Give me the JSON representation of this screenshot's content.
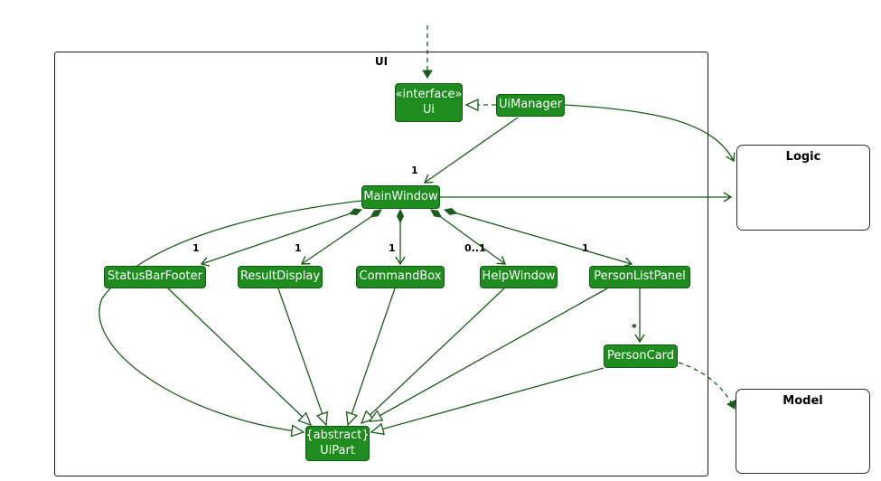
{
  "frame": {
    "label": "UI"
  },
  "nodes": {
    "ui_interface": {
      "stereotype": "«interface»",
      "label": "Ui"
    },
    "ui_manager": {
      "label": "UiManager"
    },
    "main_window": {
      "label": "MainWindow"
    },
    "status_bar_footer": {
      "label": "StatusBarFooter"
    },
    "result_display": {
      "label": "ResultDisplay"
    },
    "command_box": {
      "label": "CommandBox"
    },
    "help_window": {
      "label": "HelpWindow"
    },
    "person_list_panel": {
      "label": "PersonListPanel"
    },
    "person_card": {
      "label": "PersonCard"
    },
    "ui_part": {
      "stereotype": "{abstract}",
      "label": "UiPart"
    },
    "logic": {
      "label": "Logic"
    },
    "model": {
      "label": "Model"
    }
  },
  "multiplicities": {
    "uimanager_to_mainwindow": "1",
    "status_bar_footer": "1",
    "result_display": "1",
    "command_box": "1",
    "help_window": "0..1",
    "person_list_panel": "1",
    "person_card": "*"
  },
  "colors": {
    "node_fill": "#1e8c1e",
    "node_border": "#0d5c0d",
    "edge": "#1a5c1a",
    "node_text": "#ffffff",
    "label_text": "#000000"
  }
}
